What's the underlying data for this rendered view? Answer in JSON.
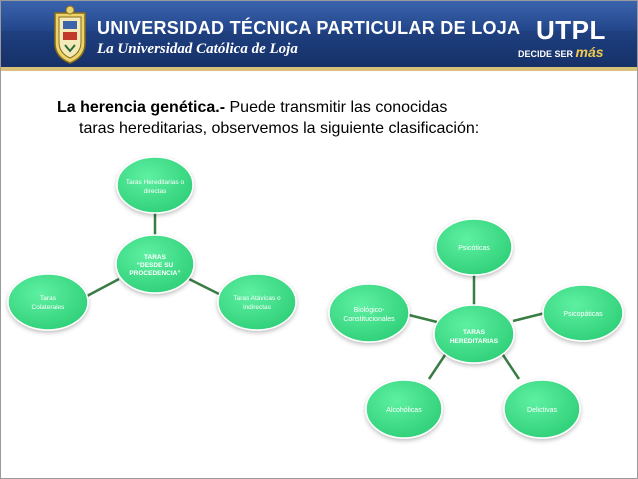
{
  "header": {
    "university_name": "UNIVERSIDAD TÉCNICA PARTICULAR DE LOJA",
    "university_subtitle": "La Universidad Católica de Loja",
    "brand": "UTPL",
    "tagline_prefix": "DECIDE SER",
    "tagline_emphasis": "más",
    "colors": {
      "banner": "#1f3f80",
      "stripe": "#d8c27a"
    }
  },
  "intro": {
    "heading": "La herencia genética.-",
    "line1_rest": " Puede transmitir las conocidas",
    "line2": "taras hereditarias, observemos la siguiente clasificación:"
  },
  "diagram_left": {
    "center": [
      "TARAS",
      "“DESDE SU",
      "PROCEDENCIA”"
    ],
    "top": [
      "Taras Hereditarias o",
      "directas"
    ],
    "left": [
      "Taras",
      "Colaterales"
    ],
    "right": [
      "Taras Atávicas o",
      "indirectas"
    ]
  },
  "diagram_right": {
    "center": [
      "TARAS",
      "HEREDITARIAS"
    ],
    "top": [
      "Psicóticas"
    ],
    "left": [
      "Biológico-",
      "Constitucionales"
    ],
    "right": [
      "Psicopáticas"
    ],
    "bottom_left": [
      "Alcohólicas"
    ],
    "bottom_right": [
      "Delictivas"
    ]
  },
  "colors": {
    "node_fill": "#3dd986",
    "node_stroke": "#ffffff",
    "connector": "#3a7d44",
    "text": "#ffffff"
  }
}
